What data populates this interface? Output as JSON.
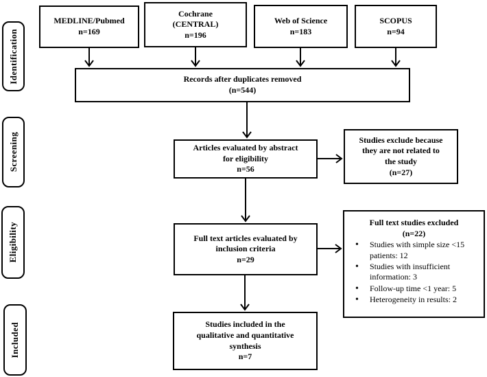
{
  "colors": {
    "ink": "#000000",
    "background": "#ffffff"
  },
  "stages": [
    {
      "label": "Identification"
    },
    {
      "label": "Screening"
    },
    {
      "label": "Eligibility"
    },
    {
      "label": "Included"
    }
  ],
  "sources": [
    {
      "name_lines": [
        "MEDLINE/Pubmed"
      ],
      "count": "n=169"
    },
    {
      "name_lines": [
        "Cochrane",
        "(CENTRAL)"
      ],
      "count": "n=196"
    },
    {
      "name_lines": [
        "Web of Science"
      ],
      "count": "n=183"
    },
    {
      "name_lines": [
        "SCOPUS"
      ],
      "count": "n=94"
    }
  ],
  "records": {
    "title_lines": [
      "Records after duplicates removed"
    ],
    "count": "(n=544)"
  },
  "abstract_screening": {
    "title_lines": [
      "Articles evaluated by abstract",
      "for eligibility"
    ],
    "count": "n=56"
  },
  "abstract_excluded": {
    "title_lines": [
      "Studies exclude because",
      "they are not related to",
      "the study"
    ],
    "count": "(n=27)"
  },
  "fulltext_eligibility": {
    "title_lines": [
      "Full text articles evaluated by",
      "inclusion criteria"
    ],
    "count": "n=29"
  },
  "fulltext_excluded": {
    "title": "Full text studies excluded",
    "count": "(n=22)",
    "reasons": [
      "Studies with simple size <15 patients: 12",
      "Studies with insufficient information: 3",
      "Follow-up time <1 year: 5",
      "Heterogeneity in results: 2"
    ]
  },
  "included_synthesis": {
    "title_lines": [
      "Studies included in the",
      "qualitative and quantitative",
      "synthesis"
    ],
    "count": "n=7"
  }
}
